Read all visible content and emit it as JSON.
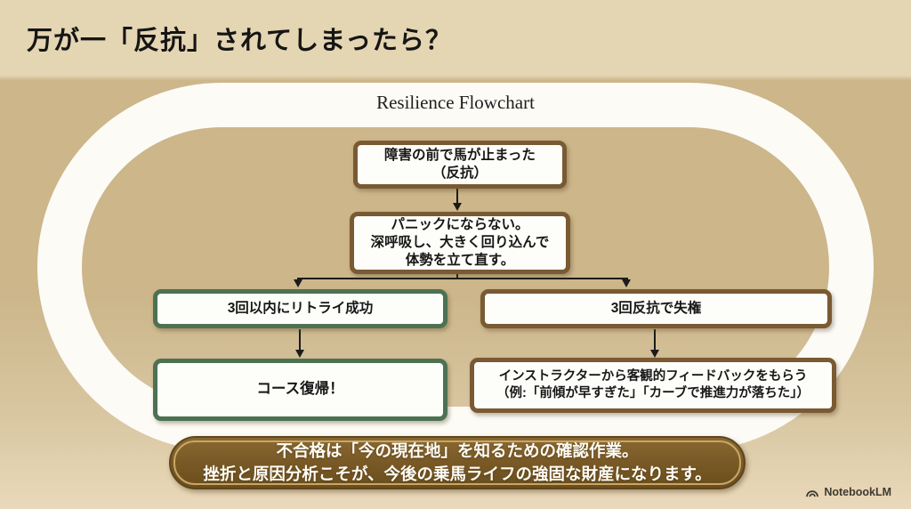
{
  "slide": {
    "title": "万が一「反抗」されてしまったら？",
    "flowchart_title": "Resilience Flowchart",
    "footer_brand": "NotebookLM"
  },
  "flowchart": {
    "nodes": [
      {
        "name": "horse-stopped",
        "style": "brown",
        "lines": [
          "障害の前で馬が止まった",
          "（反抗）"
        ]
      },
      {
        "name": "dont-panic",
        "style": "brown",
        "lines": [
          "パニックにならない。",
          "深呼吸し、大きく回り込んで",
          "体勢を立て直す。"
        ]
      },
      {
        "name": "retry-success",
        "style": "green",
        "lines": [
          "3回以内にリトライ成功"
        ]
      },
      {
        "name": "three-refusals",
        "style": "brown",
        "lines": [
          "3回反抗で失権"
        ]
      },
      {
        "name": "course-return",
        "style": "green",
        "lines": [
          "コース復帰！"
        ]
      },
      {
        "name": "instructor-feedback",
        "style": "brown",
        "lines": [
          "インストラクターから客観的フィードバックをもらう",
          "（例:「前傾が早すぎた」「カーブで推進力が落ちた」）"
        ]
      }
    ]
  },
  "banner": {
    "lines": [
      "不合格は「今の現在地」を知るための確認作業。",
      "挫折と原因分析こそが、今後の乗馬ライフの強固な財産になります。"
    ]
  },
  "colors": {
    "background_top": "#e4d5b3",
    "background_main": "#ccb68a",
    "background_bottom": "#ead9ba",
    "ring": "#fcfbf6",
    "node_fill": "#fdfdfa",
    "node_border_brown": "#7a5a33",
    "node_border_green": "#4d7252",
    "connector": "#1b1b1b",
    "banner_fill": "#7a5a26",
    "banner_gold_border": "#c8a765",
    "banner_text": "#fdfcf5",
    "title_text": "#161514",
    "footer_text": "#3e3a32"
  }
}
